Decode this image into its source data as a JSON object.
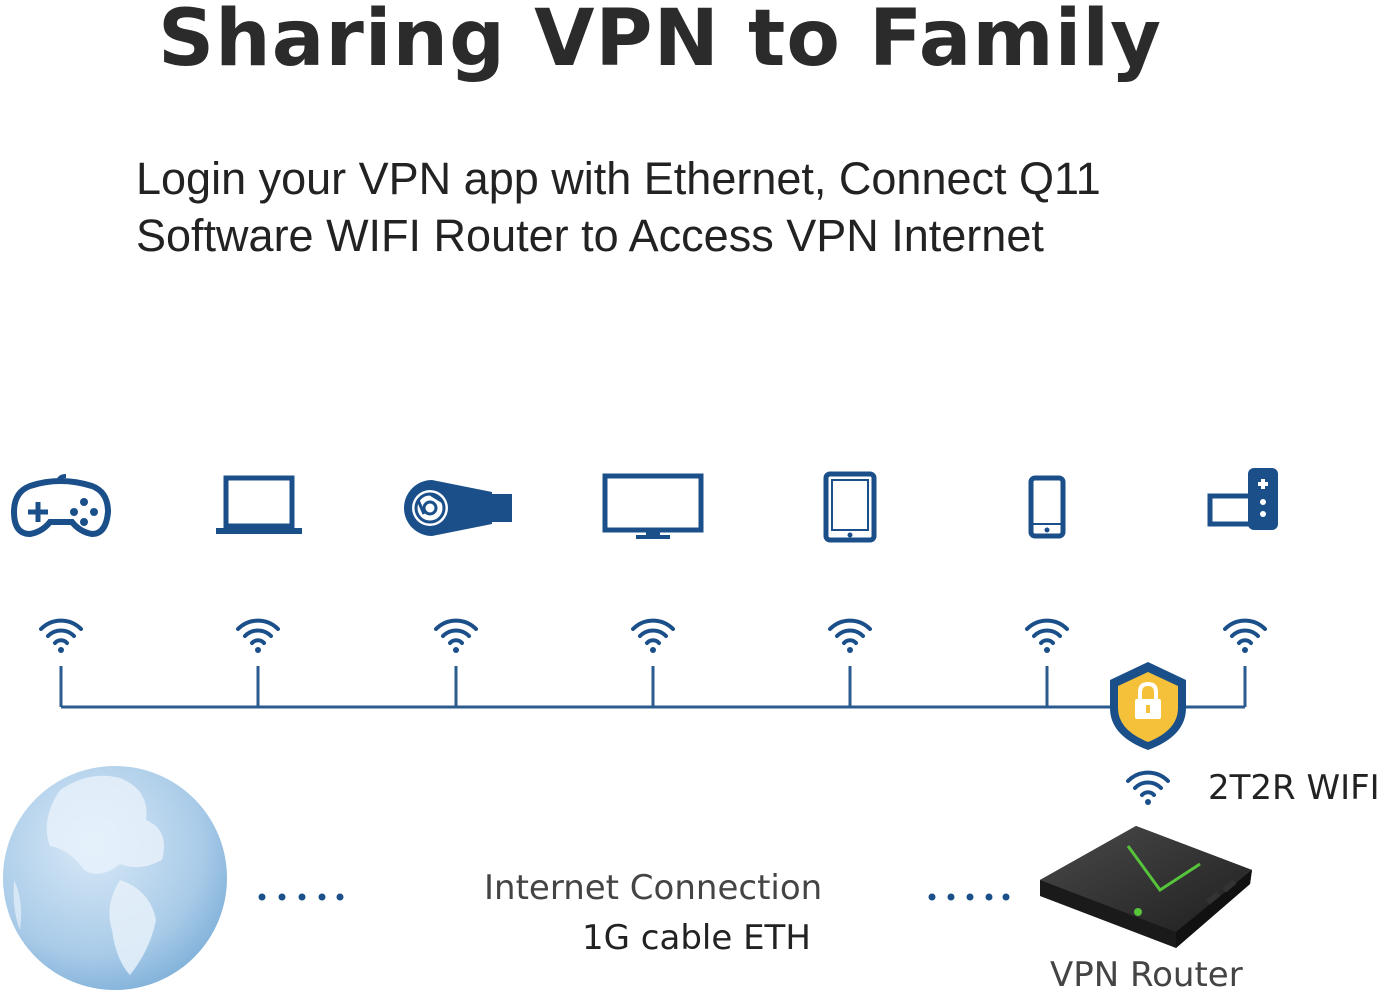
{
  "title": "Sharing VPN to Family",
  "subtitle": {
    "line1": "Login your VPN app with Ethernet, Connect Q11",
    "line2": "Software WIFI Router to Access VPN Internet"
  },
  "devices": [
    {
      "icon": "gamepad-icon"
    },
    {
      "icon": "laptop-icon"
    },
    {
      "icon": "chromecast-dongle-icon"
    },
    {
      "icon": "monitor-icon"
    },
    {
      "icon": "tablet-icon"
    },
    {
      "icon": "smartphone-icon"
    },
    {
      "icon": "tv-box-remote-icon"
    }
  ],
  "connection": {
    "line1": "Internet Connection",
    "line2": "1G cable ETH"
  },
  "router": {
    "wifi_label": "2T2R WIFI",
    "label": "VPN Router"
  },
  "colors": {
    "device_blue": "#1b4f8a",
    "line_blue": "#2b5b8f",
    "shield_yellow": "#f5c13a",
    "globe_blue": "#a9cbe8"
  }
}
